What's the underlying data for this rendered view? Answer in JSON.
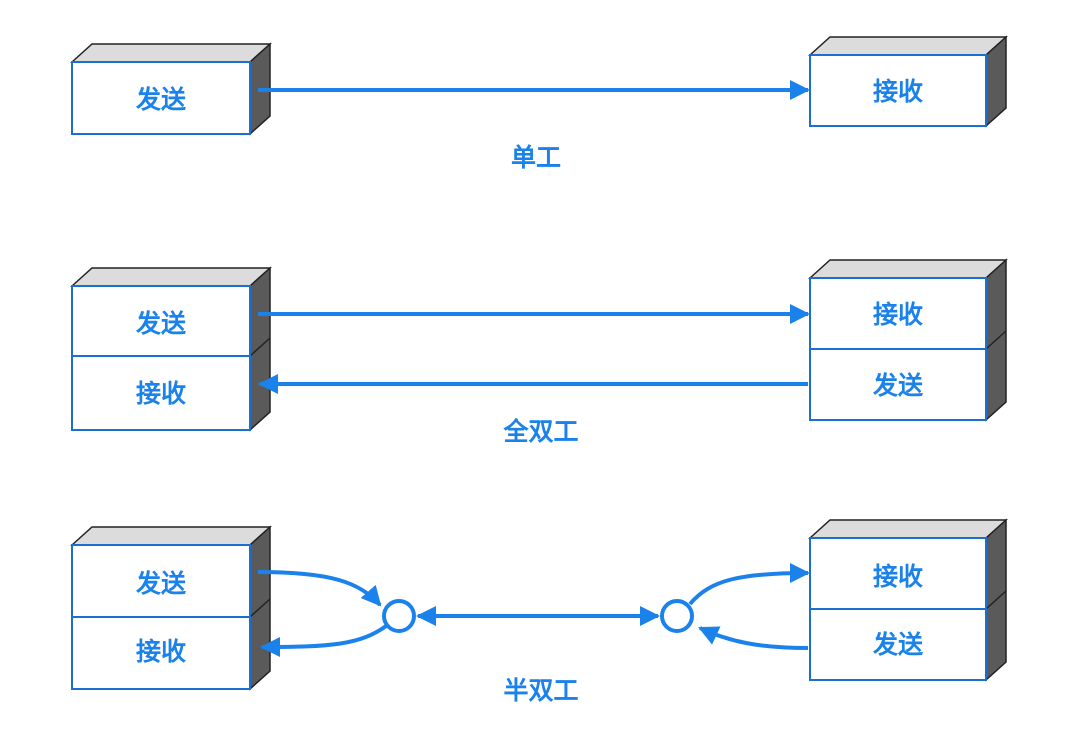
{
  "colors": {
    "accent": "#1a82ea",
    "box_face": "#ffffff",
    "box_border": "#1a6fd0",
    "box_top": "#dcdcdc",
    "box_side": "#5a5a5a"
  },
  "simplex": {
    "caption": "单工",
    "left_box": [
      "发送"
    ],
    "right_box": [
      "接收"
    ]
  },
  "full_duplex": {
    "caption": "全双工",
    "left_box": [
      "发送",
      "接收"
    ],
    "right_box": [
      "接收",
      "发送"
    ]
  },
  "half_duplex": {
    "caption": "半双工",
    "left_box": [
      "发送",
      "接收"
    ],
    "right_box": [
      "接收",
      "发送"
    ]
  }
}
